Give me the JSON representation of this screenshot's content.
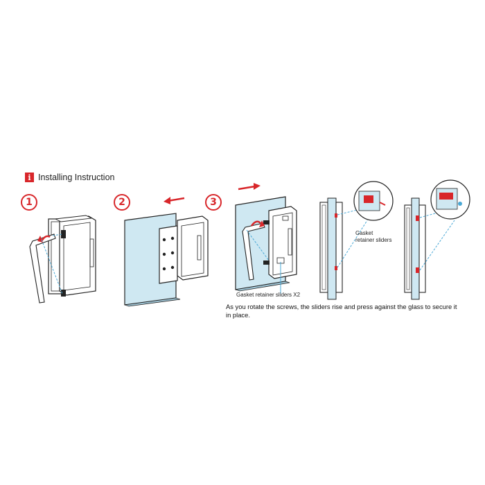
{
  "header": {
    "icon": "i",
    "title": "Installing Instruction"
  },
  "steps": [
    {
      "number": "1"
    },
    {
      "number": "2"
    },
    {
      "number": "3"
    }
  ],
  "labels": {
    "gasket_x2": "Gasket retainer sliders X2",
    "gasket_a_line1": "Gasket",
    "gasket_a_line2": "retainer sliders"
  },
  "caption": "As you rotate the screws, the sliders rise and press against the glass to secure it in place.",
  "colors": {
    "accent": "#d8262a",
    "glass": "#cfe8f2",
    "line": "#222222",
    "dash": "#49a8d6"
  }
}
